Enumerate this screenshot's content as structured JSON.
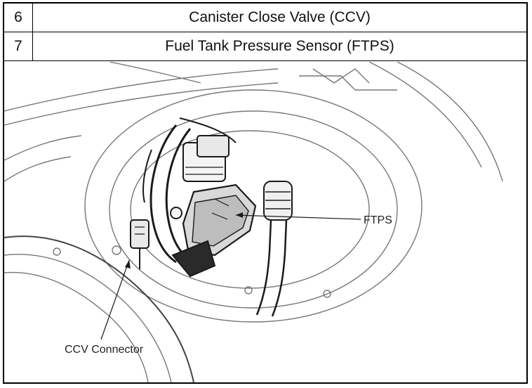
{
  "parts_table": {
    "rows": [
      {
        "number": "6",
        "name": "Canister Close Valve (CCV)"
      },
      {
        "number": "7",
        "name": "Fuel Tank Pressure Sensor (FTPS)"
      }
    ]
  },
  "diagram": {
    "labels": {
      "ftps": "FTPS",
      "ccv_connector": "CCV Connector"
    },
    "colors": {
      "line": "#6a6a6a",
      "dark": "#1a1a1a",
      "background": "#ffffff"
    }
  }
}
